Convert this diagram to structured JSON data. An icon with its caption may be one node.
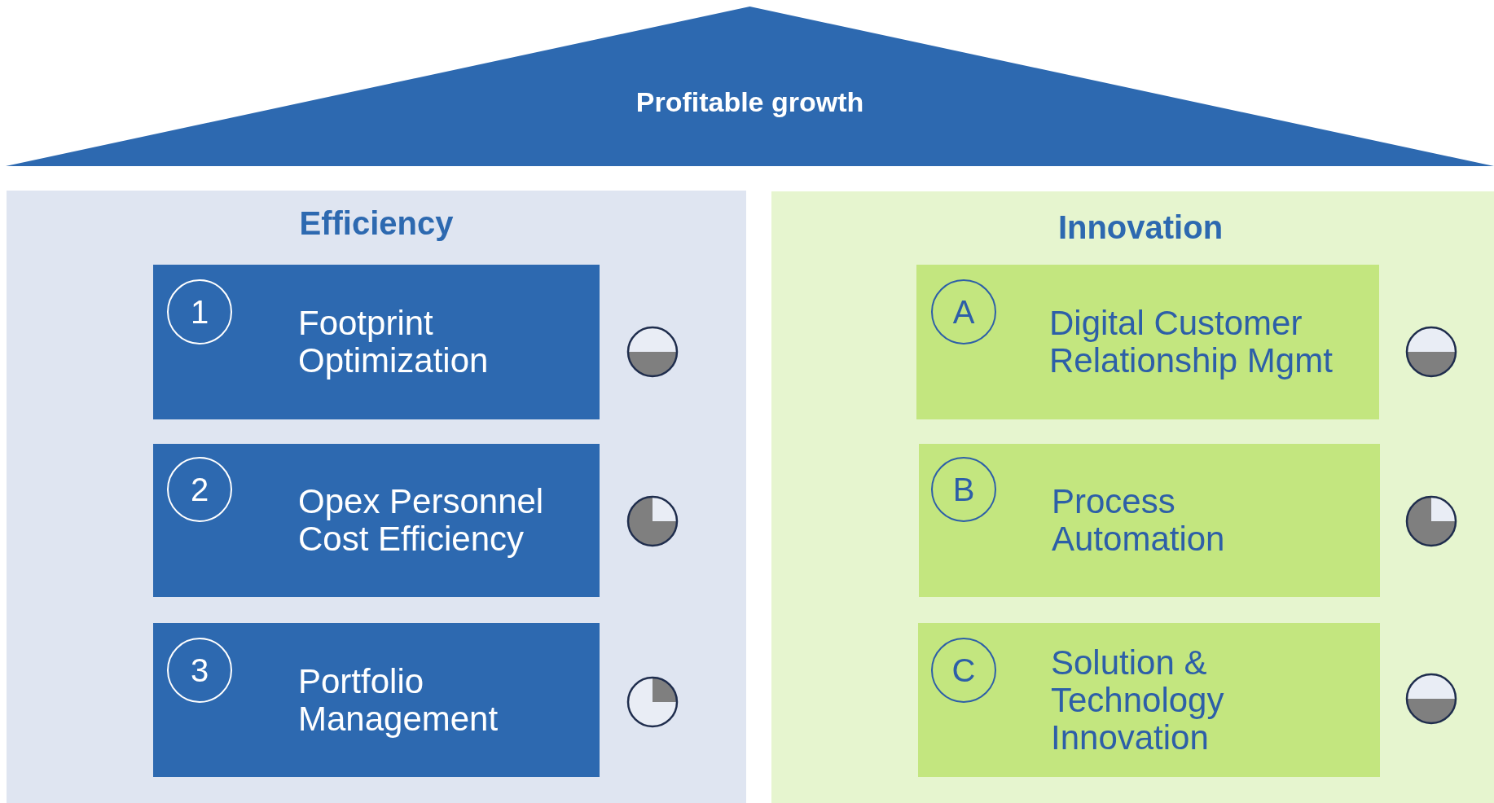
{
  "diagram": {
    "nodes": [
      {
        "text": [
          "Profitable growth"
        ]
      },
      {
        "text": [
          "Efficiency"
        ]
      },
      {
        "text": [
          "Footprint Optimization"
        ],
        "in": 1
      },
      {
        "text": [
          "1"
        ],
        "in": 2
      },
      {
        "text": [
          "Opex Personnel Cost Efficiency"
        ],
        "in": 1
      },
      {
        "text": [
          "2"
        ],
        "in": 4
      },
      {
        "text": [
          "Portfolio Management"
        ],
        "in": 1
      },
      {
        "text": [
          "3"
        ],
        "in": 6
      },
      {
        "text": [
          "Innovation"
        ]
      },
      {
        "text": [
          "Digital Customer Relationship Mgmt"
        ],
        "in": 8
      },
      {
        "text": [
          "A"
        ],
        "in": 9
      },
      {
        "text": [
          "Process Automation"
        ],
        "in": 8
      },
      {
        "text": [
          "B"
        ],
        "in": 11
      },
      {
        "text": [
          "Solution & Technology Innovation"
        ],
        "in": 8
      },
      {
        "text": [
          "C"
        ],
        "in": 13
      }
    ],
    "edges": []
  }
}
